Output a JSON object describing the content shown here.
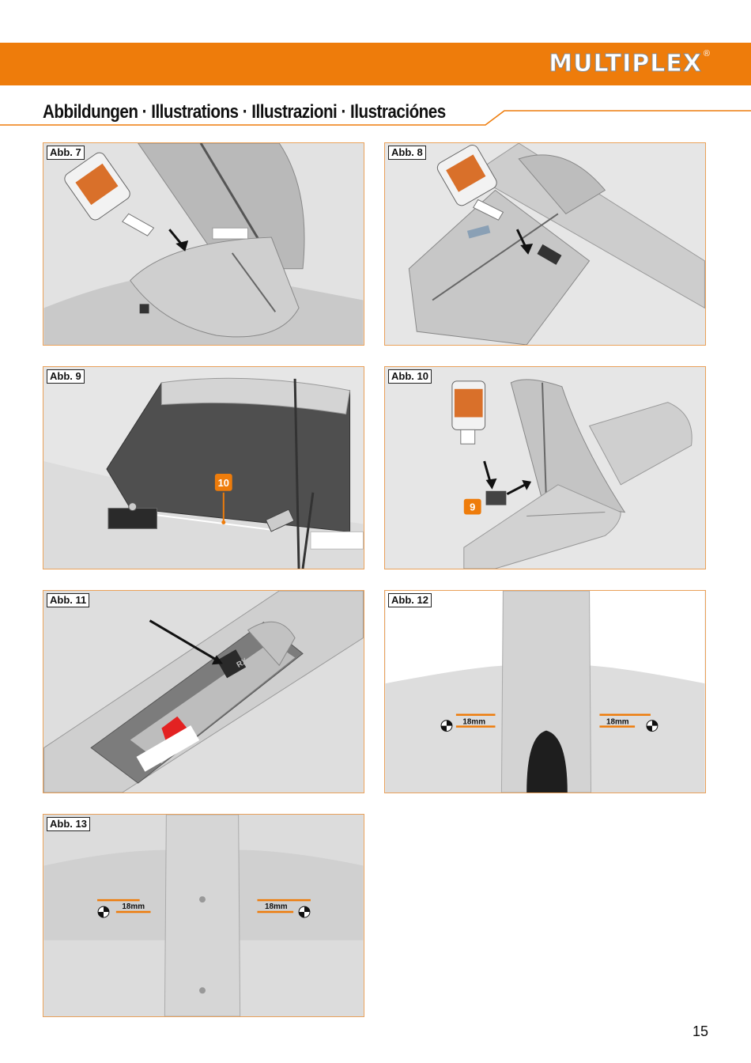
{
  "header": {
    "brand": "MULTIPLEX",
    "brand_mark": "®",
    "accent_color": "#ee7c0b"
  },
  "page_title": "Abbildungen · Illustrations · Illustrazioni · Ilustraciónes",
  "figures": [
    {
      "label": "Abb. 7"
    },
    {
      "label": "Abb. 8"
    },
    {
      "label": "Abb. 9",
      "callout": "10"
    },
    {
      "label": "Abb. 10",
      "callout": "9"
    },
    {
      "label": "Abb. 11",
      "part_text": "RX"
    },
    {
      "label": "Abb. 12",
      "dimension_left": "18mm",
      "dimension_right": "18mm"
    },
    {
      "label": "Abb. 13",
      "dimension_left": "18mm",
      "dimension_right": "18mm"
    }
  ],
  "page_number": "15"
}
